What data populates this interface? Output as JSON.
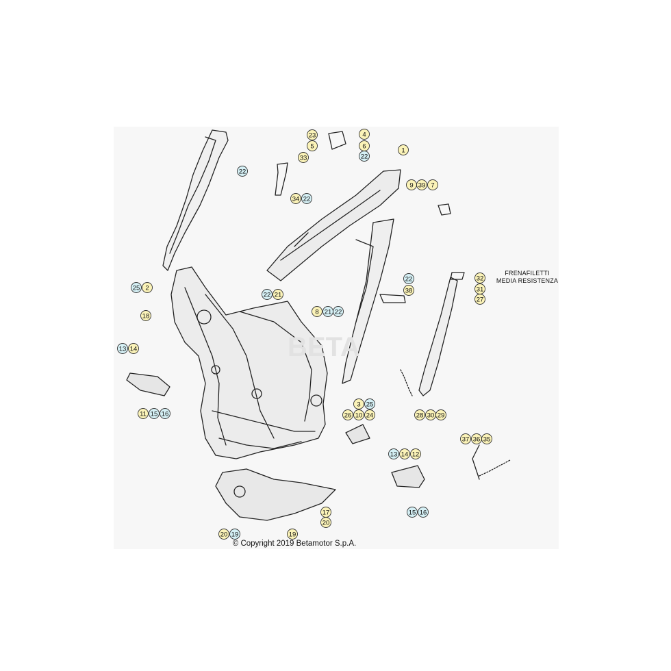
{
  "diagram": {
    "colors": {
      "yellow": "#fbf3b8",
      "blue": "#d5f0f5",
      "line": "#333333"
    },
    "note": {
      "line1": "FRENAFILETTI",
      "line2": "MEDIA RESISTENZA"
    },
    "copyright": "© Copyright 2019 Betamotor S.p.A.",
    "callouts": [
      {
        "id": "c-22a",
        "label": "22",
        "color": "blue"
      },
      {
        "id": "c-23",
        "label": "23",
        "color": "yellow"
      },
      {
        "id": "c-4",
        "label": "4",
        "color": "yellow"
      },
      {
        "id": "c-5",
        "label": "5",
        "color": "yellow"
      },
      {
        "id": "c-6",
        "label": "6",
        "color": "yellow"
      },
      {
        "id": "c-22b",
        "label": "22",
        "color": "blue"
      },
      {
        "id": "c-1",
        "label": "1",
        "color": "yellow"
      },
      {
        "id": "c-33",
        "label": "33",
        "color": "yellow"
      },
      {
        "id": "c-34",
        "label": "34",
        "color": "yellow"
      },
      {
        "id": "c-22c",
        "label": "22",
        "color": "blue"
      },
      {
        "id": "c-9",
        "label": "9",
        "color": "yellow"
      },
      {
        "id": "c-39",
        "label": "39",
        "color": "yellow"
      },
      {
        "id": "c-7",
        "label": "7",
        "color": "yellow"
      },
      {
        "id": "c-25a",
        "label": "25",
        "color": "blue"
      },
      {
        "id": "c-2",
        "label": "2",
        "color": "yellow"
      },
      {
        "id": "c-18",
        "label": "18",
        "color": "yellow"
      },
      {
        "id": "c-22d",
        "label": "22",
        "color": "blue"
      },
      {
        "id": "c-21a",
        "label": "21",
        "color": "yellow"
      },
      {
        "id": "c-8",
        "label": "8",
        "color": "yellow"
      },
      {
        "id": "c-21b",
        "label": "21",
        "color": "blue"
      },
      {
        "id": "c-22e",
        "label": "22",
        "color": "blue"
      },
      {
        "id": "c-22f",
        "label": "22",
        "color": "blue"
      },
      {
        "id": "c-38",
        "label": "38",
        "color": "yellow"
      },
      {
        "id": "c-32",
        "label": "32",
        "color": "yellow"
      },
      {
        "id": "c-31",
        "label": "31",
        "color": "yellow"
      },
      {
        "id": "c-27",
        "label": "27",
        "color": "yellow"
      },
      {
        "id": "c-13a",
        "label": "13",
        "color": "blue"
      },
      {
        "id": "c-14a",
        "label": "14",
        "color": "yellow"
      },
      {
        "id": "c-11",
        "label": "11",
        "color": "yellow"
      },
      {
        "id": "c-15a",
        "label": "15",
        "color": "blue"
      },
      {
        "id": "c-16a",
        "label": "16",
        "color": "blue"
      },
      {
        "id": "c-3",
        "label": "3",
        "color": "yellow"
      },
      {
        "id": "c-25b",
        "label": "25",
        "color": "blue"
      },
      {
        "id": "c-28",
        "label": "28",
        "color": "yellow"
      },
      {
        "id": "c-30",
        "label": "30",
        "color": "yellow"
      },
      {
        "id": "c-29",
        "label": "29",
        "color": "yellow"
      },
      {
        "id": "c-26",
        "label": "26",
        "color": "yellow"
      },
      {
        "id": "c-10",
        "label": "10",
        "color": "yellow"
      },
      {
        "id": "c-24",
        "label": "24",
        "color": "yellow"
      },
      {
        "id": "c-13b",
        "label": "13",
        "color": "blue"
      },
      {
        "id": "c-14b",
        "label": "14",
        "color": "yellow"
      },
      {
        "id": "c-12",
        "label": "12",
        "color": "yellow"
      },
      {
        "id": "c-37",
        "label": "37",
        "color": "yellow"
      },
      {
        "id": "c-36",
        "label": "36",
        "color": "yellow"
      },
      {
        "id": "c-35",
        "label": "35",
        "color": "yellow"
      },
      {
        "id": "c-15b",
        "label": "15",
        "color": "blue"
      },
      {
        "id": "c-16b",
        "label": "16",
        "color": "blue"
      },
      {
        "id": "c-17",
        "label": "17",
        "color": "yellow"
      },
      {
        "id": "c-20a",
        "label": "20",
        "color": "yellow"
      },
      {
        "id": "c-20b",
        "label": "20",
        "color": "yellow"
      },
      {
        "id": "c-19a",
        "label": "19",
        "color": "yellow"
      },
      {
        "id": "c-19b",
        "label": "19",
        "color": "blue"
      }
    ]
  }
}
